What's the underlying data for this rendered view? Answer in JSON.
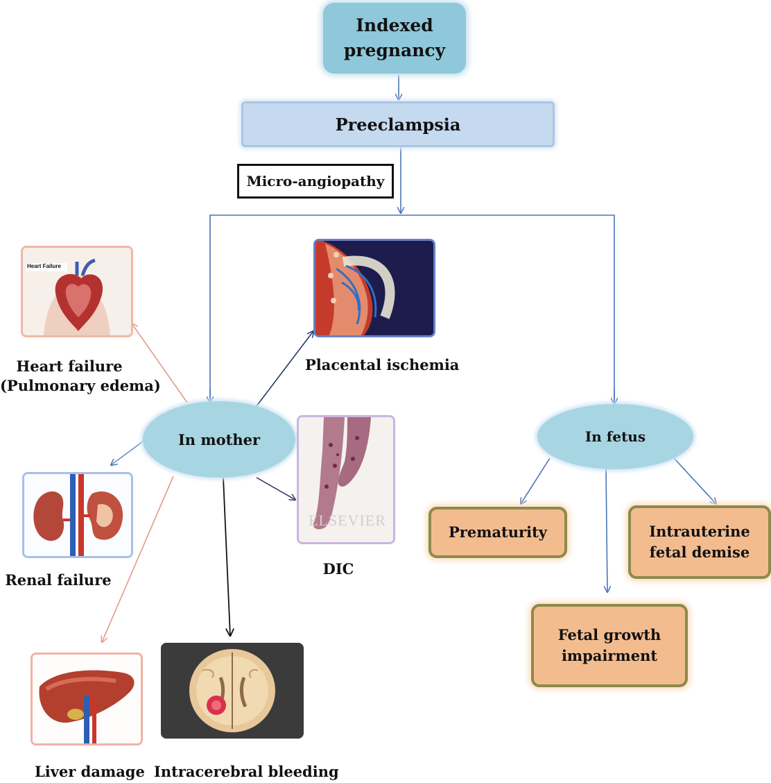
{
  "nodes": {
    "indexed_pregnancy": "Indexed pregnancy",
    "preeclampsia": "Preeclampsia",
    "micro_angiopathy": "Micro-angiopathy",
    "in_mother": "In mother",
    "in_fetus": "In fetus",
    "prematurity": "Prematurity",
    "intrauterine_fetal_demise": "Intrauterine fetal demise",
    "fetal_growth_impairment": "Fetal growth impairment"
  },
  "image_labels": {
    "heart_failure_line1": "Heart failure",
    "heart_failure_line2": "(Pulmonary edema)",
    "placental_ischemia": "Placental ischemia",
    "renal_failure": "Renal failure",
    "dic": "DIC",
    "liver_damage": "Liver damage",
    "intracerebral_bleeding": "Intracerebral bleeding"
  },
  "image_inset_text": {
    "heart_caption": "Heart Failure",
    "dic_watermark": "ELSEVIER"
  },
  "colors": {
    "top_box": "#8fc8da",
    "preeclampsia_box": "#c5d9ef",
    "ellipse": "#a8d5e2",
    "outcome_box": "#f3bc8f",
    "outcome_border": "#8c8a4c",
    "blue_arrow": "#4a73b8",
    "pink_arrow": "#e29a8a",
    "navy_arrow": "#1f3a66",
    "purple_arrow": "#4c3b73"
  }
}
